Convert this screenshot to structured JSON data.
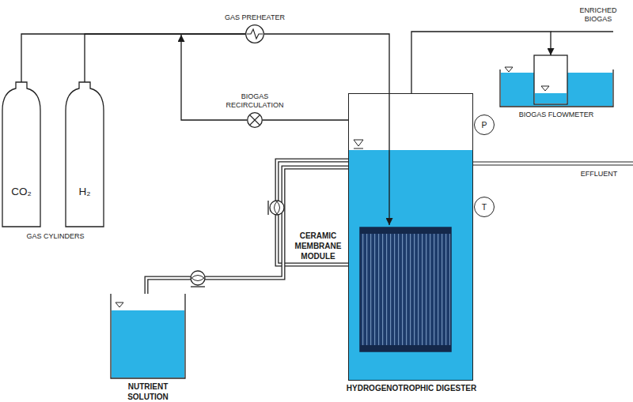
{
  "diagram": {
    "nodes": [
      {
        "text": [
          "CO₂"
        ]
      },
      {
        "text": [
          "H₂"
        ]
      },
      {
        "text": [
          "GAS PREHEATER"
        ]
      },
      {
        "text": [
          "BIOGAS RECIRCULATION"
        ]
      },
      {
        "text": [
          "HYDROGENOTROPHIC DIGESTER"
        ]
      },
      {
        "text": [
          "P"
        ]
      },
      {
        "text": [
          "T"
        ]
      },
      {
        "text": [
          "BIOGAS FLOWMETER"
        ]
      },
      {
        "text": [
          "NUTRIENT SOLUTION"
        ]
      }
    ],
    "edges": [
      {
        "from": 0,
        "to": 2,
        "arrow": "none"
      },
      {
        "from": 1,
        "to": 2,
        "arrow": "none"
      },
      {
        "from": 2,
        "to": 4,
        "arrow": "to"
      },
      {
        "from": 4,
        "to": 3,
        "arrow": "none"
      },
      {
        "from": 3,
        "to": 2,
        "arrow": "to"
      },
      {
        "from": 4,
        "to": 7,
        "arrow": "to"
      },
      {
        "from": 8,
        "to": 4,
        "arrow": "none"
      }
    ],
    "labels": [
      "GAS CYLINDERS",
      "CERAMIC MEMBRANE MODULE",
      "ENRICHED BIOGAS",
      "EFFLUENT"
    ]
  }
}
